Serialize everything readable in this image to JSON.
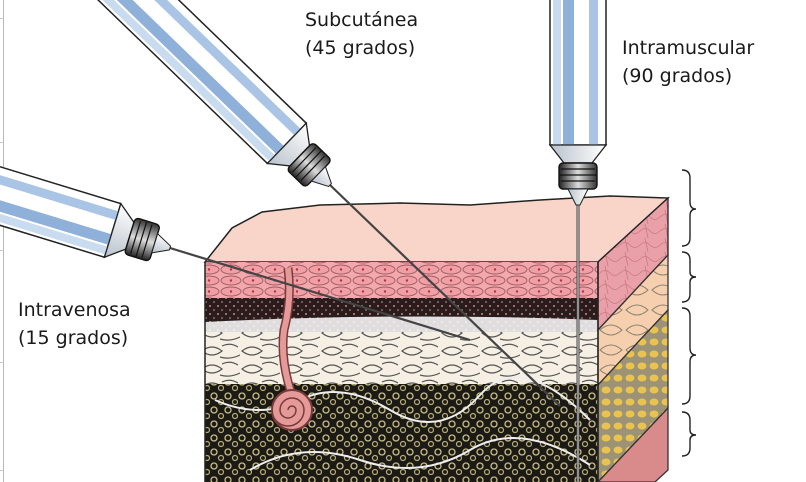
{
  "labels": {
    "subcutaneous": {
      "name": "Subcutánea",
      "angle": "(45 grados)"
    },
    "intramuscular": {
      "name": "Intramuscular",
      "angle": "(90 grados)"
    },
    "intravenous": {
      "name": "Intravenosa",
      "angle": "(15 grados)"
    }
  },
  "colors": {
    "barrel_stripe": "#a9c4e4",
    "barrel_stripe_dark": "#8fb0d8",
    "epidermis": "#f2a9ae",
    "skin_top": "#f8d5c8",
    "dermis_side": "#f6cfae",
    "fat_side": "#e3c058",
    "muscle_side": "#d98a8a",
    "dark_tissue": "#1c1a14"
  }
}
